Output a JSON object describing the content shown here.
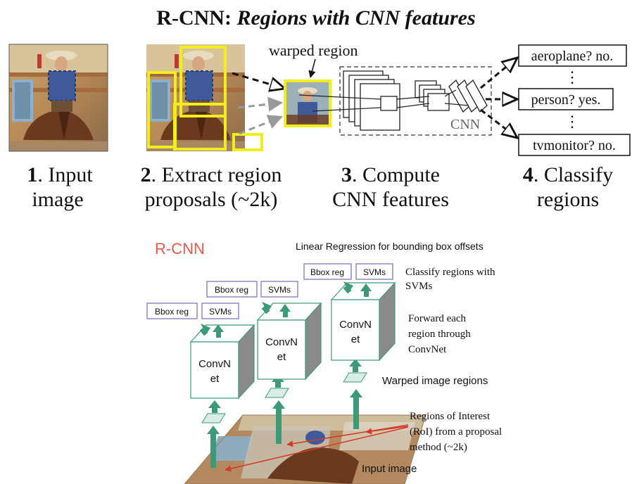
{
  "top": {
    "title_plain": "R-CNN: ",
    "title_italic": "Regions with CNN features",
    "warped_label": "warped region",
    "cnn_label": "CNN",
    "dots": "⋮",
    "classes": [
      "aeroplane? no.",
      "person? yes.",
      "tvmonitor? no."
    ],
    "steps": [
      {
        "num": "1",
        "line1": ". Input",
        "line2": "image"
      },
      {
        "num": "2",
        "line1": ". Extract region",
        "line2": "proposals (~2k)"
      },
      {
        "num": "3",
        "line1": ". Compute",
        "line2": "CNN features"
      },
      {
        "num": "4",
        "line1": ". Classify",
        "line2": "regions"
      }
    ]
  },
  "bottom": {
    "title": "R-CNN",
    "linear_regression": "Linear Regression for bounding box offsets",
    "bbox_label": "Bbox reg",
    "svm_label": "SVMs",
    "convnet_line1": "ConvN",
    "convnet_line2": "et",
    "annotations": {
      "classify": [
        "Classify regions with",
        "SVMs"
      ],
      "forward": [
        "Forward each",
        "region through",
        "ConvNet"
      ],
      "warped": "Warped image regions",
      "roi": [
        "Regions of Interest",
        "(RoI) from a proposal",
        "method (~2k)"
      ],
      "input": "Input image"
    }
  },
  "colors": {
    "title_red": "#e05b4b",
    "green": "#3d9a78",
    "green_light": "#d8eee4",
    "purple": "#7a68b8",
    "yellow": "#f2ee1c",
    "arrow_red": "#d23a2a"
  }
}
